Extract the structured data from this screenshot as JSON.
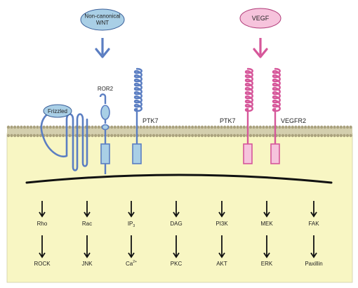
{
  "ligands": {
    "wnt": {
      "line1": "Non-canonical",
      "line2": "WNT"
    },
    "vegf": {
      "label": "VEGF"
    }
  },
  "receptors": {
    "frizzled": "Frizzled",
    "ror2": "ROR2",
    "ptk7_left": "PTK7",
    "ptk7_right": "PTK7",
    "vegfr2": "VEGFR2"
  },
  "pathways": [
    {
      "first": "Rho",
      "second": "ROCK"
    },
    {
      "first": "Rac",
      "second": "JNK"
    },
    {
      "first": "IP",
      "first_sub": "3",
      "second": "Ca",
      "second_sup": "2+"
    },
    {
      "first": "DAG",
      "second": "PKC"
    },
    {
      "first": "PI3K",
      "second": "AKT"
    },
    {
      "first": "MEK",
      "second": "ERK"
    },
    {
      "first": "FAK",
      "second": "Paxillin"
    }
  ],
  "colors": {
    "blue_protein": "#5b7ec2",
    "blue_fill": "#a9cfe6",
    "pink_protein": "#d6579a",
    "pink_fill": "#f6c3dc",
    "membrane": "#b8b18e",
    "cytoplasm": "#f8f6c3",
    "wnt_ellipse": "#a9cfe6",
    "vegf_ellipse": "#f6c3dc"
  },
  "icons": [
    "down-arrow-icon",
    "coil-icon"
  ]
}
